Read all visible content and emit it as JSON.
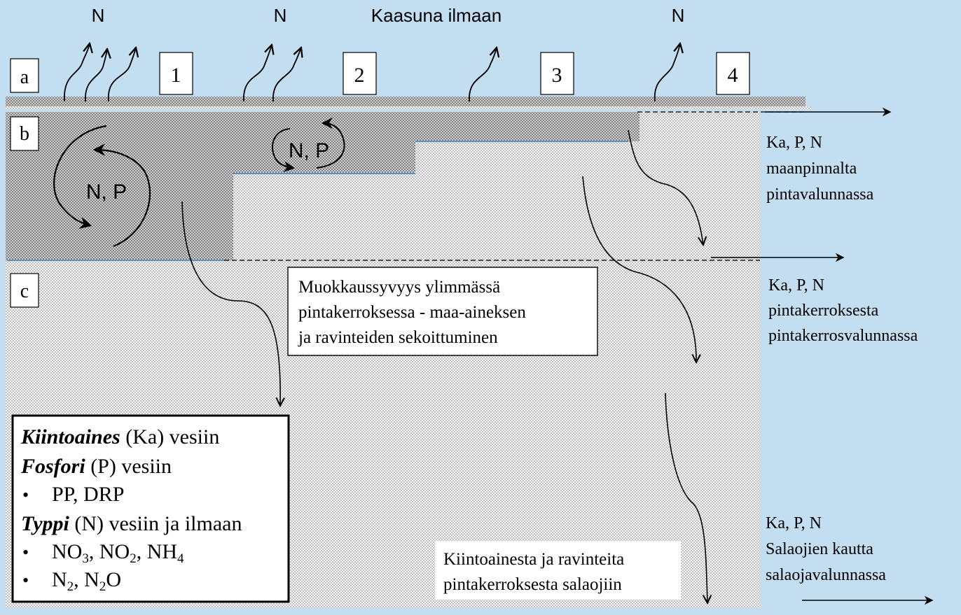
{
  "top_labels": {
    "n1": "N",
    "n2": "N",
    "gas": "Kaasuna ilmaan",
    "n4": "N"
  },
  "layer_labels": {
    "a": "a",
    "b": "b",
    "c": "c"
  },
  "zones": {
    "z1": "1",
    "z2": "2",
    "z3": "3",
    "z4": "4"
  },
  "cycles": {
    "c1": "N, P",
    "c2": "N, P"
  },
  "right_labels": {
    "surface": [
      "Ka, P, N",
      "maanpinnalta",
      "pintavalunnassa"
    ],
    "subsurface": [
      "Ka, P, N",
      "pintakerroksesta",
      "pintakerrosvalunnassa"
    ],
    "drain": [
      "Ka, P, N",
      "Salaojien kautta",
      "salaojavalunnassa"
    ]
  },
  "tillage_box": [
    "Muokkaussyvyys ylimmässä",
    "pintakerroksessa - maa-aineksen",
    "ja ravinteiden sekoittuminen"
  ],
  "drain_box": [
    "Kiintoainesta ja ravinteita",
    "pintakerroksesta salaojiin"
  ],
  "legend": {
    "solids_bold": "Kiintoaines",
    "solids_rest": " (Ka) vesiin",
    "phosphorus_bold": "Fosfori",
    "phosphorus_rest": "  (P) vesiin",
    "p_forms": "PP, DRP",
    "nitrogen_bold": "Typpi",
    "nitrogen_rest": " (N) vesiin ja ilmaan",
    "n_forms_a": {
      "no3": "NO",
      "no3_sub": "3",
      "sep1": ", NO",
      "no2_sub": "2",
      "sep2": ", NH",
      "nh4_sub": "4"
    },
    "n_forms_b": {
      "n2": "N",
      "n2_sub": "2",
      "sep": ", N",
      "n2o_sub": "2",
      "o": "O"
    },
    "bullet": "•"
  },
  "colors": {
    "background": "#c3def0",
    "soil_light": "#f4f4f4",
    "soil_dark": "#dcdcdc",
    "blue_line": "#5b8fc8"
  }
}
